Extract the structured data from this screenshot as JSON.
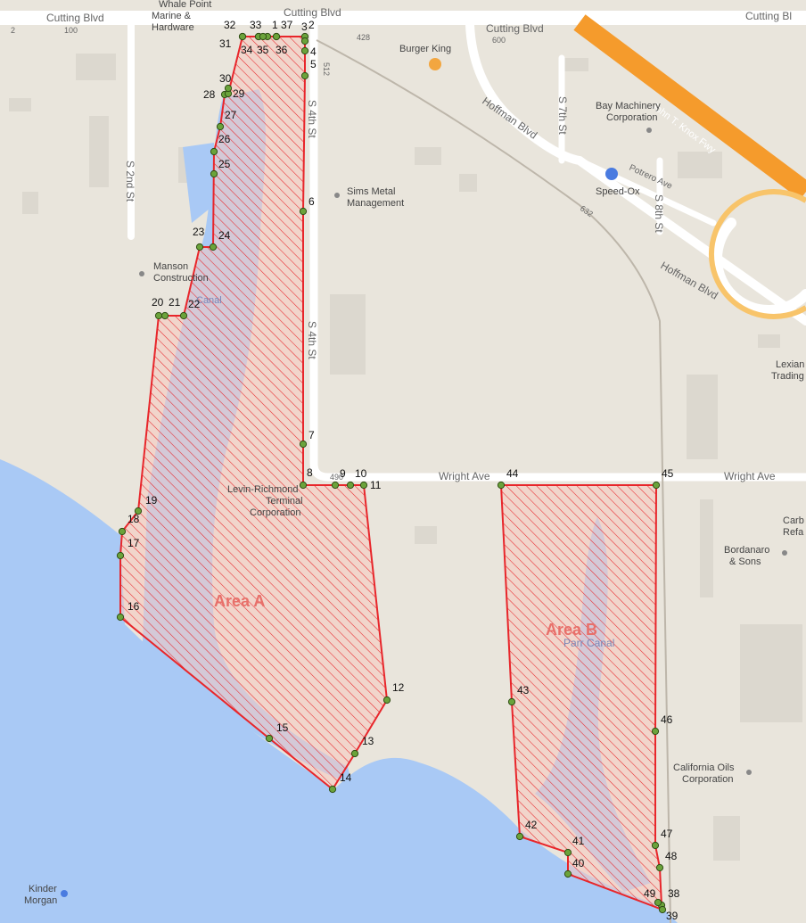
{
  "roads": {
    "cutting_blvd": "Cutting Blvd",
    "cutting_blvd_right": "Cutting Bl",
    "s_2nd_st": "S 2nd St",
    "s_4th_st": "S 4th St",
    "s_7th_st": "S 7th St",
    "s_8th_st": "S 8th St",
    "hoffman_blvd": "Hoffman Blvd",
    "wright_ave": "Wright Ave",
    "potrero_ave": "Potrero Ave",
    "freeway": "John T. Knox Fwy"
  },
  "road_numbers": [
    "2",
    "100",
    "428",
    "600",
    "512",
    "632",
    "490"
  ],
  "pois": {
    "marine": "Marine &",
    "hardware": "Hardware",
    "whale_point": "Whale Point",
    "burger_king": "Burger King",
    "bay_machinery_1": "Bay Machinery",
    "bay_machinery_2": "Corporation",
    "speed_ox": "Speed-Ox",
    "sims_1": "Sims Metal",
    "sims_2": "Management",
    "manson_1": "Manson",
    "manson_2": "Construction",
    "levin_1": "Levin-Richmond",
    "levin_2": "Terminal",
    "levin_3": "Corporation",
    "lexian_1": "Lexian",
    "lexian_2": "Trading",
    "bordanaro_1": "Bordanaro",
    "bordanaro_2": "& Sons",
    "carb_1": "Carb",
    "carb_2": "Refa",
    "california_oils_1": "California Oils",
    "california_oils_2": "Corporation",
    "kinder_1": "Kinder",
    "kinder_2": "Morgan",
    "parr_canal": "Parr Canal",
    "canal_a": "Canal"
  },
  "areas": {
    "a": "Area A",
    "b": "Area B"
  },
  "colors": {
    "land": "#e9e5dc",
    "water": "#a9c9f5",
    "road": "#ffffff",
    "freeway": "#f59b2c",
    "boundary": "#e8262b",
    "hatch": "#e8262b",
    "area_fill": "#f7c9bd",
    "point": "#6ba33b",
    "area_label": "#e8706a"
  },
  "points": [
    {
      "n": "1"
    },
    {
      "n": "2"
    },
    {
      "n": "3"
    },
    {
      "n": "4"
    },
    {
      "n": "5"
    },
    {
      "n": "6"
    },
    {
      "n": "7"
    },
    {
      "n": "8"
    },
    {
      "n": "9"
    },
    {
      "n": "10"
    },
    {
      "n": "11"
    },
    {
      "n": "12"
    },
    {
      "n": "13"
    },
    {
      "n": "14"
    },
    {
      "n": "15"
    },
    {
      "n": "16"
    },
    {
      "n": "17"
    },
    {
      "n": "18"
    },
    {
      "n": "19"
    },
    {
      "n": "20"
    },
    {
      "n": "21"
    },
    {
      "n": "22"
    },
    {
      "n": "23"
    },
    {
      "n": "24"
    },
    {
      "n": "25"
    },
    {
      "n": "26"
    },
    {
      "n": "27"
    },
    {
      "n": "28"
    },
    {
      "n": "29"
    },
    {
      "n": "30"
    },
    {
      "n": "31"
    },
    {
      "n": "32"
    },
    {
      "n": "33"
    },
    {
      "n": "34"
    },
    {
      "n": "35"
    },
    {
      "n": "36"
    },
    {
      "n": "37"
    },
    {
      "n": "38"
    },
    {
      "n": "39"
    },
    {
      "n": "40"
    },
    {
      "n": "41"
    },
    {
      "n": "42"
    },
    {
      "n": "43"
    },
    {
      "n": "44"
    },
    {
      "n": "45"
    },
    {
      "n": "46"
    },
    {
      "n": "47"
    },
    {
      "n": "48"
    },
    {
      "n": "49"
    }
  ]
}
